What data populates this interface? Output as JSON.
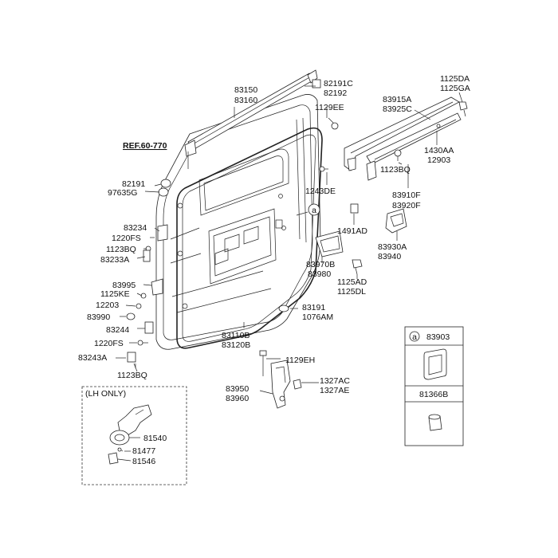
{
  "ref_label": "REF.60-770",
  "labels": {
    "l83150": "83150",
    "l83160": "83160",
    "l82191C": "82191C",
    "l82192": "82192",
    "l1129EE": "1129EE",
    "l1125DA": "1125DA",
    "l1125GA": "1125GA",
    "l83915A": "83915A",
    "l83925C": "83925C",
    "l1430AA": "1430AA",
    "l12903": "12903",
    "l1123BQ_top": "1123BQ",
    "l82191": "82191",
    "l97635G": "97635G",
    "l1243DE": "1243DE",
    "l83910F": "83910F",
    "l83920F": "83920F",
    "l1491AD": "1491AD",
    "l83234": "83234",
    "l1220FS_a": "1220FS",
    "l1123BQ_a": "1123BQ",
    "l83233A": "83233A",
    "l83930A": "83930A",
    "l83940": "83940",
    "l83970B": "83970B",
    "l83980": "83980",
    "l1125AD": "1125AD",
    "l1125DL": "1125DL",
    "l83995": "83995",
    "l1125KE": "1125KE",
    "l12203": "12203",
    "l83990": "83990",
    "l83191": "83191",
    "l1076AM": "1076AM",
    "l83244": "83244",
    "l83110B": "83110B",
    "l83120B": "83120B",
    "l1220FS_b": "1220FS",
    "l83243A": "83243A",
    "l1123BQ_b": "1123BQ",
    "l1129EH": "1129EH",
    "l1327AC": "1327AC",
    "l1327AE": "1327AE",
    "l83950": "83950",
    "l83960": "83960"
  },
  "lh_box": {
    "title": "(LH ONLY)",
    "l81540": "81540",
    "l81477": "81477",
    "l81546": "81546"
  },
  "legend_box": {
    "circle_letter": "a",
    "part_top": "83903",
    "part_bottom": "81366B"
  },
  "callout_letter": "a"
}
